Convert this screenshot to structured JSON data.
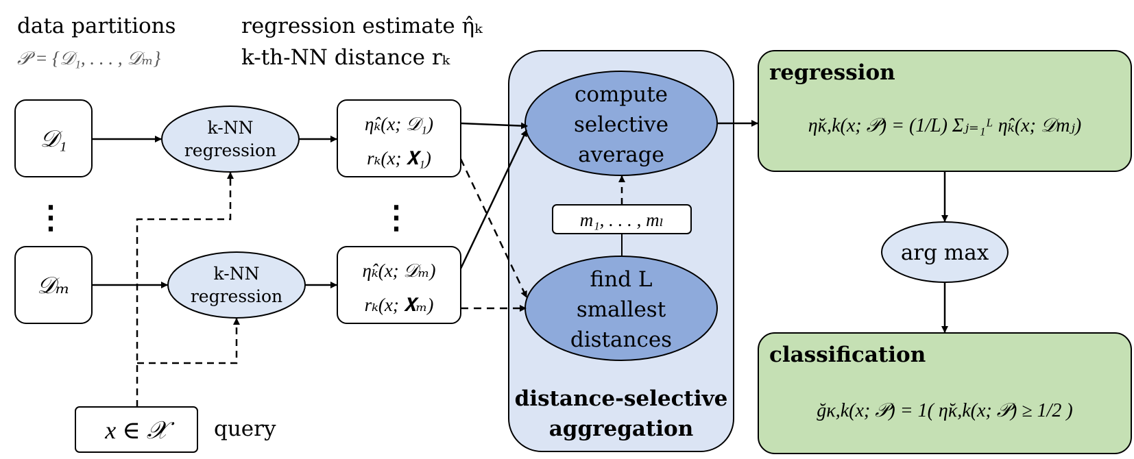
{
  "header": {
    "partitions_label": "data partitions",
    "partitions_set": "𝒫 = {𝒟₁, . . . , 𝒟ₘ}",
    "estimate_label": "regression estimate η̂ₖ",
    "distance_label": "k-th-NN distance rₖ"
  },
  "partitions": {
    "d1": "𝒟₁",
    "dm": "𝒟ₘ",
    "ellipsis": "⋮"
  },
  "knn": {
    "line1": "k-NN",
    "line2": "regression"
  },
  "outputs": {
    "first_est": "η̂ₖ(x; 𝒟₁)",
    "first_dist": "rₖ(x; 𝐗₁)",
    "last_est": "η̂ₖ(x; 𝒟ₘ)",
    "last_dist": "rₖ(x; 𝐗ₘ)",
    "ellipsis": "⋮"
  },
  "aggregation": {
    "compute_lines": [
      "compute",
      "selective",
      "average"
    ],
    "indices": "m₁, . . . , mₗ",
    "find_lines": [
      "find L",
      "smallest",
      "distances"
    ],
    "title_lines": [
      "distance-selective",
      "aggregation"
    ]
  },
  "regression": {
    "title": "regression",
    "formula": "η̆κ,k(x; 𝒫) = (1/L) Σⱼ₌₁ᴸ η̂ₖ(x; 𝒟mⱼ)"
  },
  "argmax": {
    "label": "arg max"
  },
  "classification": {
    "title": "classification",
    "formula": "ğκ,k(x; 𝒫) = 1( η̆κ,k(x; 𝒫) ≥ 1/2 )"
  },
  "query": {
    "formula": "x ∈ 𝒳",
    "label": "query"
  },
  "colors": {
    "light_ellipse": "#dce6f5",
    "dark_ellipse": "#8eaadb",
    "panel": "#dbe4f4",
    "green": "#c5e0b4",
    "stroke": "#000000"
  }
}
